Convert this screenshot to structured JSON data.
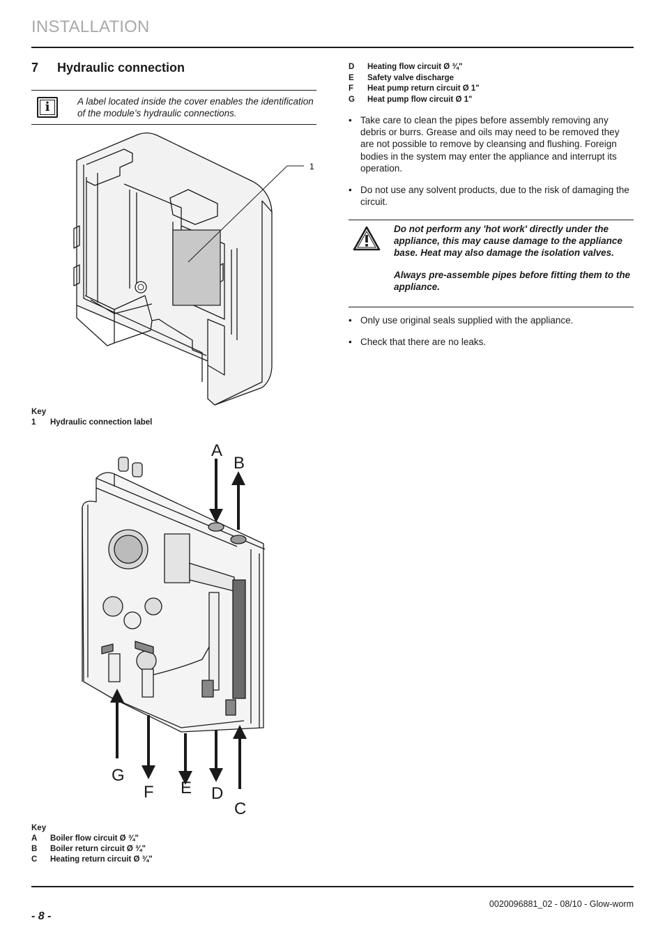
{
  "header": {
    "section_title": "INSTALLATION"
  },
  "chapter": {
    "number": "7",
    "title": "Hydraulic connection"
  },
  "info_note": {
    "icon": "info-icon",
    "icon_glyph": "i",
    "text": "A label located inside the cover enables the identification of the module’s hydraulic connections."
  },
  "figure1": {
    "callout": "1",
    "key_title": "Key",
    "key": [
      {
        "id": "1",
        "label": "Hydraulic connection label"
      }
    ]
  },
  "figure2": {
    "arrows": [
      "A",
      "B",
      "C",
      "D",
      "E",
      "F",
      "G"
    ],
    "key_title": "Key",
    "key": [
      {
        "id": "A",
        "label": "Boiler flow circuit Ø ¾\""
      },
      {
        "id": "B",
        "label": "Boiler return circuit Ø ¾\""
      },
      {
        "id": "C",
        "label": "Heating return circuit Ø ¾\""
      }
    ]
  },
  "legend_continued": [
    {
      "id": "D",
      "label": "Heating flow circuit Ø ¾\""
    },
    {
      "id": "E",
      "label": "Safety valve discharge"
    },
    {
      "id": "F",
      "label": "Heat pump return circuit Ø 1\""
    },
    {
      "id": "G",
      "label": "Heat pump flow circuit Ø 1\""
    }
  ],
  "bullets_top": [
    "Take care to clean the pipes before assembly removing any debris or burrs. Grease and oils may need to be removed they are not possible to remove by cleansing and flushing. Foreign bodies in the system may enter the appliance and interrupt its operation.",
    "Do not use any solvent products, due to the risk of damaging the circuit."
  ],
  "bullet_glyph": "•",
  "warning": {
    "icon": "warning-triangle-icon",
    "paragraphs": [
      "Do not perform any 'hot work' directly under the appliance, this may cause damage to the appliance base. Heat may also damage the isolation valves.",
      "Always pre-assemble pipes before fitting them to the appliance."
    ]
  },
  "bullets_bottom": [
    "Only use original seals supplied with the appliance.",
    "Check that there are no leaks."
  ],
  "footer": {
    "doc_ref": "0020096881_02 - 08/10 - Glow-worm",
    "page": "- 8 -"
  }
}
